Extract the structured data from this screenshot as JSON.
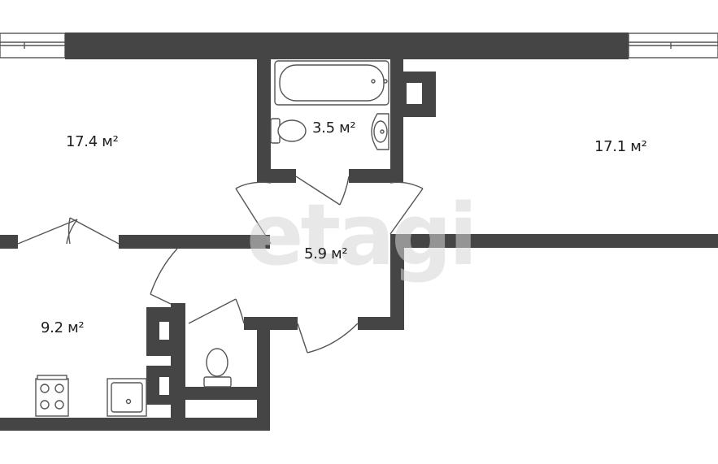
{
  "rooms": [
    {
      "id": "living-room-left",
      "area": "17.4 м²"
    },
    {
      "id": "bathroom",
      "area": "3.5 м²"
    },
    {
      "id": "living-room-right",
      "area": "17.1 м²"
    },
    {
      "id": "hallway",
      "area": "5.9 м²"
    },
    {
      "id": "kitchen",
      "area": "9.2 м²"
    }
  ],
  "watermark": "etagi",
  "colors": {
    "wall": "#454545",
    "background": "#ffffff",
    "fixture_stroke": "#555555",
    "watermark": "#d6d6d6"
  }
}
